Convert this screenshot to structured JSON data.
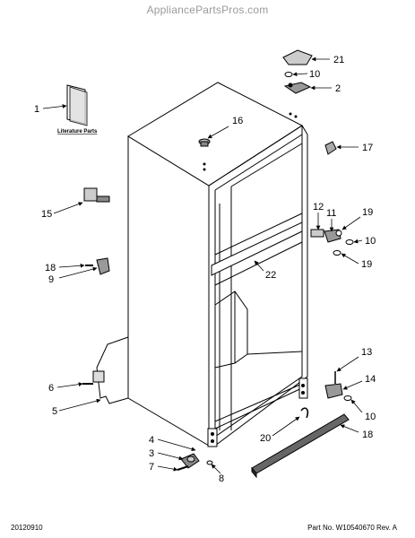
{
  "watermark": "AppliancePartsPros.com",
  "date_code": "20120910",
  "part_number": "Part No.  W10540670  Rev.  A",
  "literature_label": "Literature Parts",
  "callouts": {
    "c1": "1",
    "c2": "2",
    "c3": "3",
    "c4": "4",
    "c5": "5",
    "c6": "6",
    "c7": "7",
    "c8": "8",
    "c9": "9",
    "c10a": "10",
    "c10b": "10",
    "c10c": "10",
    "c11": "11",
    "c12": "12",
    "c13": "13",
    "c14": "14",
    "c15": "15",
    "c16": "16",
    "c17": "17",
    "c18a": "18",
    "c18b": "18",
    "c19a": "19",
    "c19b": "19",
    "c20": "20",
    "c21": "21",
    "c22": "22"
  }
}
